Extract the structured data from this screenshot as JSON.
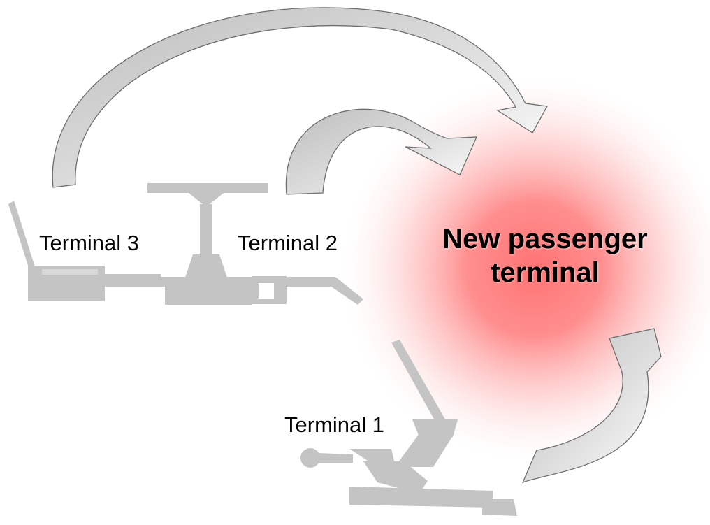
{
  "terminals": {
    "t3": "Terminal 3",
    "t2": "Terminal 2",
    "t1": "Terminal 1"
  },
  "new_terminal": {
    "line1": "New passenger",
    "line2": "terminal"
  },
  "colors": {
    "glow": "#ff6b6b",
    "building": "#c0c0c0",
    "arrow_fill": "#d0d0d0",
    "arrow_stroke": "#6e6e6e"
  }
}
